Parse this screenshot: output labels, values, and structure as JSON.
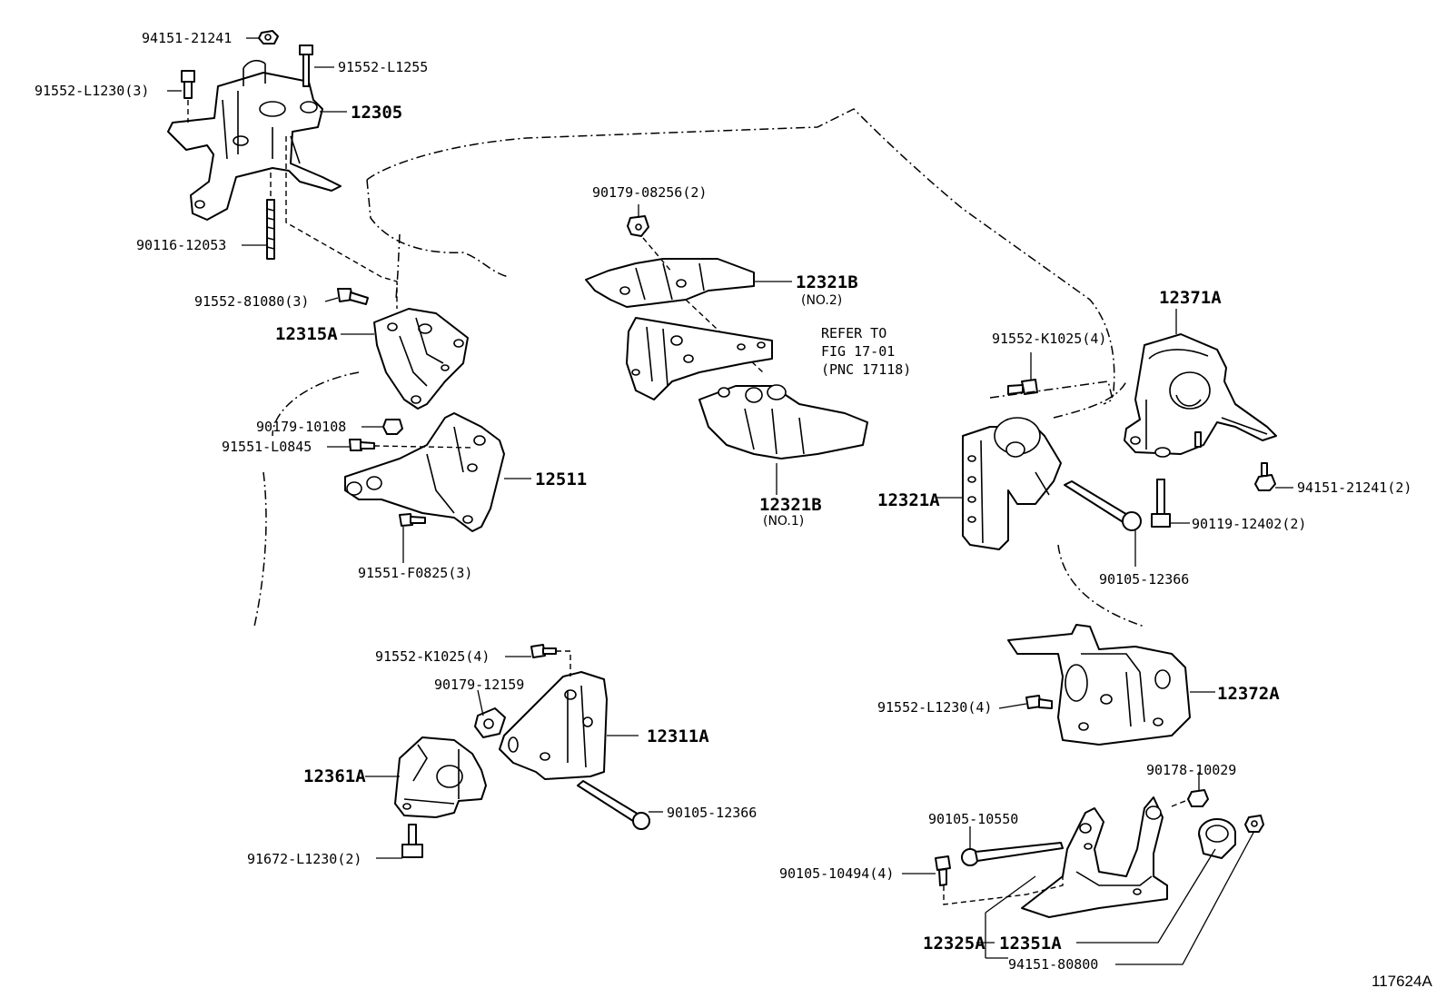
{
  "diagram": {
    "figure_id": "117624A",
    "refer": {
      "line1": "REFER TO",
      "line2": "FIG 17-01",
      "line3": "(PNC 17118)"
    },
    "parts": {
      "nut_top": "94151-21241",
      "bolt_top": "91552-L1255",
      "bolt_l1230_3": "91552-L1230(3)",
      "mount_right": "12305",
      "stud": "90116-12053",
      "bolt_81080": "91552-81080(3)",
      "bracket_12315a": "12315A",
      "nut_10108": "90179-10108",
      "bolt_l0845": "91551-L0845",
      "bracket_12511": "12511",
      "bolt_f0825": "91551-F0825(3)",
      "nut_08256": "90179-08256(2)",
      "insulator_no2": "12321B",
      "insulator_no2_sub": "(NO.2)",
      "insulator_no1": "12321B",
      "insulator_no1_sub": "(NO.1)",
      "bolt_k1025_top": "91552-K1025(4)",
      "mount_12371a": "12371A",
      "nut_21241_2": "94151-21241(2)",
      "bracket_12321a": "12321A",
      "bolt_12402": "90119-12402(2)",
      "bolt_12366_right": "90105-12366",
      "bolt_k1025_bottom": "91552-K1025(4)",
      "nut_12159": "90179-12159",
      "bracket_12311a": "12311A",
      "mount_12361a": "12361A",
      "bolt_12366_bottom": "90105-12366",
      "bolt_l1230_2": "91672-L1230(2)",
      "mount_12372a": "12372A",
      "bolt_l1230_4": "91552-L1230(4)",
      "nut_10029": "90178-10029",
      "bolt_10550": "90105-10550",
      "bolt_10494": "90105-10494(4)",
      "bracket_12325a": "12325A",
      "mount_12351a": "12351A",
      "nut_80800": "94151-80800"
    }
  }
}
